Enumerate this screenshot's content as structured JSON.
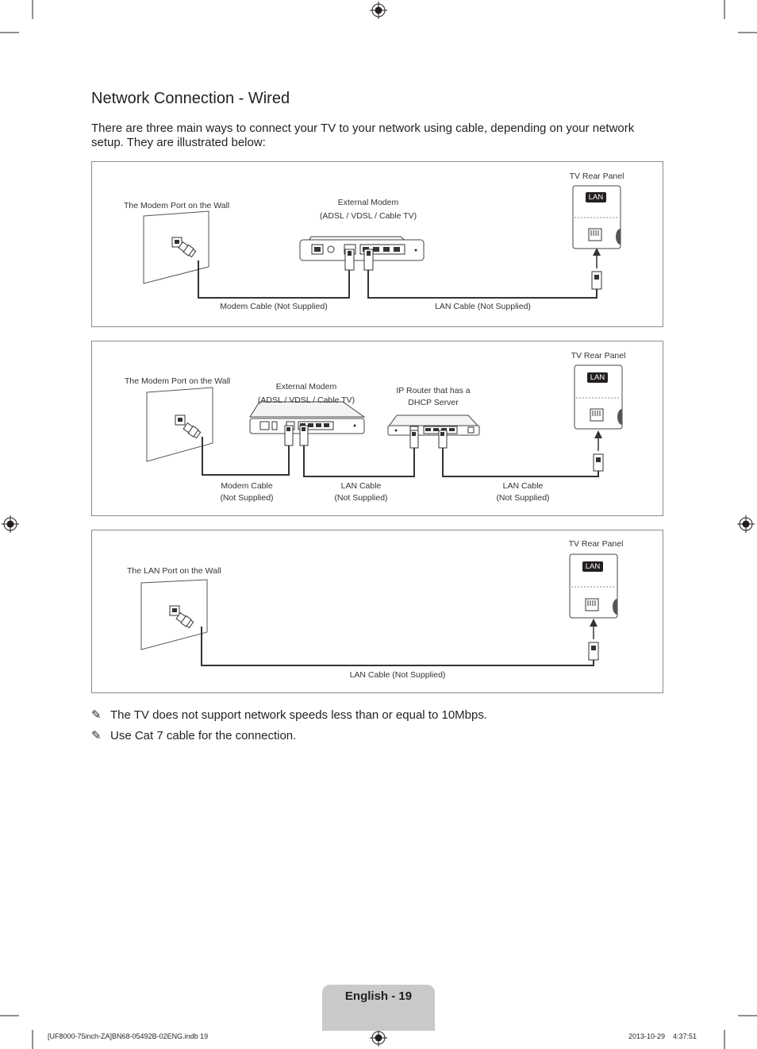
{
  "page": {
    "title": "Network Connection - Wired",
    "intro": "There are three main ways to connect your TV to your network using cable, depending on your network setup. They are illustrated below:"
  },
  "diagram1": {
    "wall_label": "The Modem Port on the Wall",
    "modem_label_1": "External Modem",
    "modem_label_2": "(ADSL / VDSL / Cable TV)",
    "tv_panel_label": "TV Rear Panel",
    "lan_badge": "LAN",
    "modem_cable_label": "Modem Cable (Not Supplied)",
    "lan_cable_label": "LAN Cable (Not Supplied)"
  },
  "diagram2": {
    "wall_label": "The Modem Port on the Wall",
    "modem_label_1": "External Modem",
    "modem_label_2": "(ADSL / VDSL / Cable TV)",
    "router_label_1": "IP Router that has a",
    "router_label_2": "DHCP Server",
    "tv_panel_label": "TV Rear Panel",
    "lan_badge": "LAN",
    "modem_cable_label_1": "Modem Cable",
    "modem_cable_label_2": "(Not Supplied)",
    "lan_cable_a_label_1": "LAN Cable",
    "lan_cable_a_label_2": "(Not Supplied)",
    "lan_cable_b_label_1": "LAN Cable",
    "lan_cable_b_label_2": "(Not Supplied)"
  },
  "diagram3": {
    "wall_label": "The LAN Port on the Wall",
    "tv_panel_label": "TV Rear Panel",
    "lan_badge": "LAN",
    "lan_cable_label": "LAN Cable (Not Supplied)"
  },
  "notes": [
    "The TV does not support network speeds less than or equal to 10Mbps.",
    "Use Cat 7 cable for the connection."
  ],
  "footer": {
    "page_label": "English - 19",
    "file_slug": "[UF8000-75inch-ZA]BN68-05492B-02ENG.indb   19",
    "timestamp": "2013-10-29      4:37:51"
  },
  "icons": {
    "note": "pencil-note-icon",
    "registration": "registration-mark-icon"
  }
}
